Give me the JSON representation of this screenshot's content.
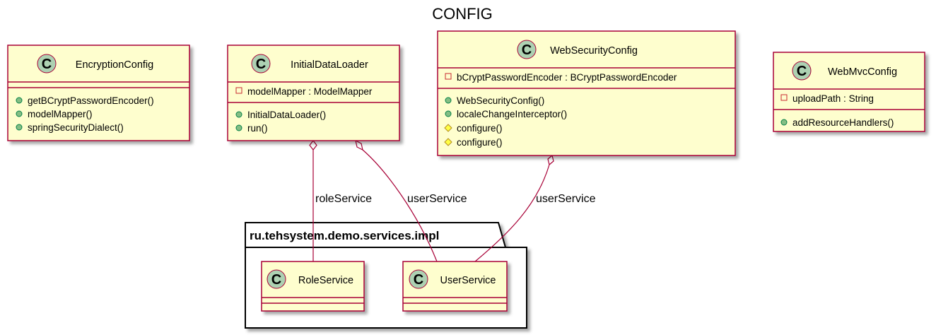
{
  "diagram": {
    "title": "CONFIG",
    "package": {
      "name": "ru.tehsystem.demo.services.impl"
    },
    "stereotype_letter": "C",
    "classes": {
      "encryption_config": {
        "name": "EncryptionConfig",
        "fields": [],
        "methods": [
          {
            "vis": "public",
            "text": "getBCryptPasswordEncoder()"
          },
          {
            "vis": "public",
            "text": "modelMapper()"
          },
          {
            "vis": "public",
            "text": "springSecurityDialect()"
          }
        ]
      },
      "initial_data_loader": {
        "name": "InitialDataLoader",
        "fields": [
          {
            "vis": "private",
            "text": "modelMapper : ModelMapper"
          }
        ],
        "methods": [
          {
            "vis": "public",
            "text": "InitialDataLoader()"
          },
          {
            "vis": "public",
            "text": "run()"
          }
        ]
      },
      "web_security_config": {
        "name": "WebSecurityConfig",
        "fields": [
          {
            "vis": "private",
            "text": "bCryptPasswordEncoder : BCryptPasswordEncoder"
          }
        ],
        "methods": [
          {
            "vis": "public",
            "text": "WebSecurityConfig()"
          },
          {
            "vis": "public",
            "text": "localeChangeInterceptor()"
          },
          {
            "vis": "protected",
            "text": "configure()"
          },
          {
            "vis": "protected",
            "text": "configure()"
          }
        ]
      },
      "web_mvc_config": {
        "name": "WebMvcConfig",
        "fields": [
          {
            "vis": "private",
            "text": "uploadPath : String"
          }
        ],
        "methods": [
          {
            "vis": "public",
            "text": "addResourceHandlers()"
          }
        ]
      },
      "role_service": {
        "name": "RoleService",
        "fields": [],
        "methods": []
      },
      "user_service": {
        "name": "UserService",
        "fields": [],
        "methods": []
      }
    },
    "relations": [
      {
        "from": "InitialDataLoader",
        "to": "RoleService",
        "type": "aggregation",
        "label": "roleService"
      },
      {
        "from": "InitialDataLoader",
        "to": "UserService",
        "type": "aggregation",
        "label": "userService"
      },
      {
        "from": "WebSecurityConfig",
        "to": "UserService",
        "type": "aggregation",
        "label": "userService"
      }
    ]
  }
}
